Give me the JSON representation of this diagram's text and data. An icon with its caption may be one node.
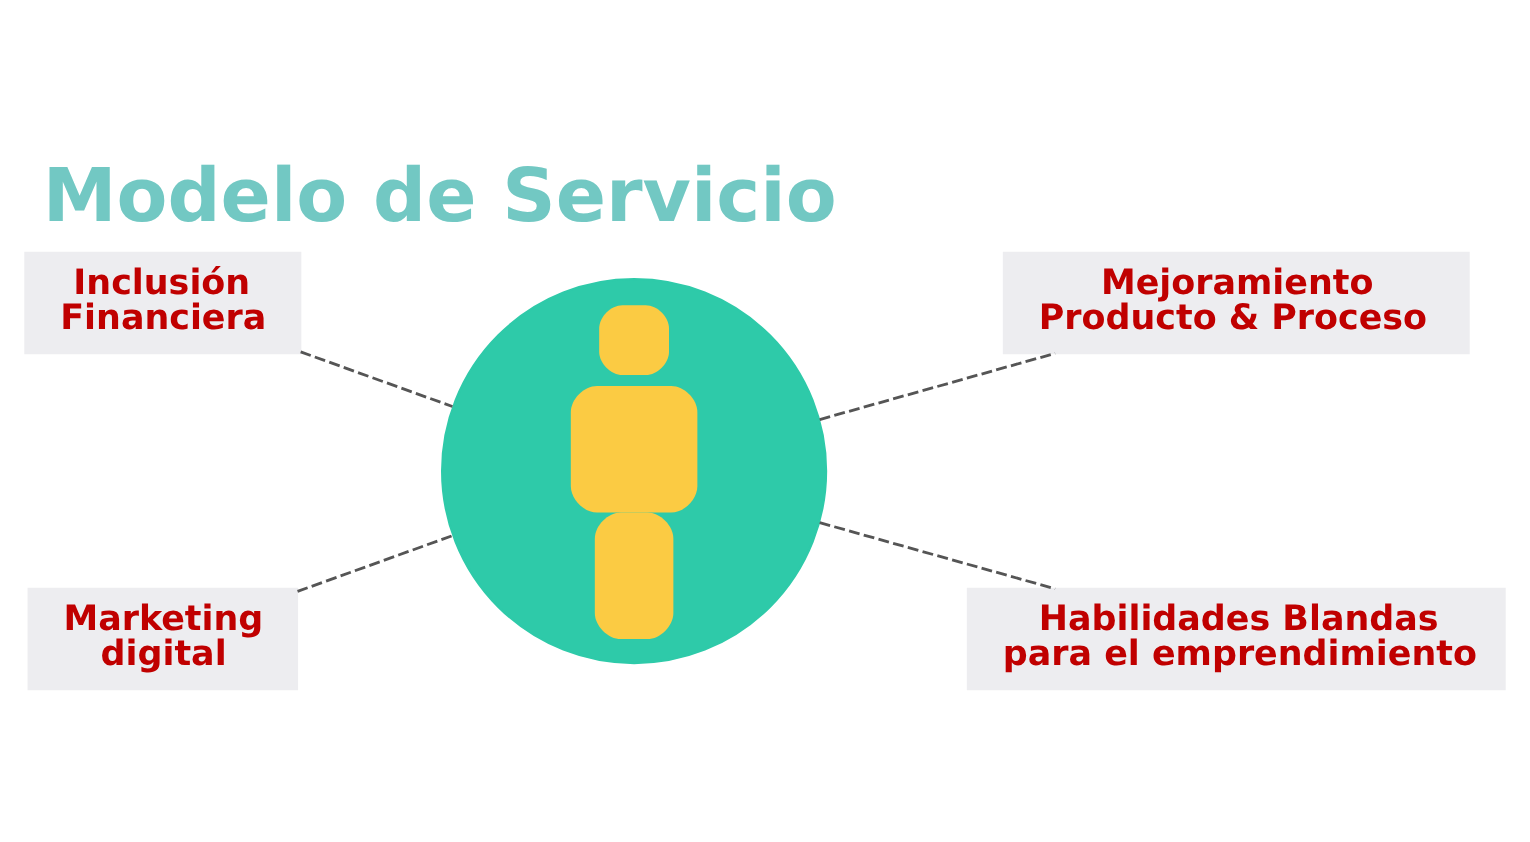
{
  "diagram": {
    "title": "Modelo de Servicio",
    "nodes": [
      {
        "text": [
          "Inclusión Financiera"
        ]
      },
      {
        "text": [
          "Mejoramiento Producto & Proceso"
        ]
      },
      {
        "text": [],
        "shape": "person"
      },
      {
        "text": [
          "Marketing digital"
        ]
      },
      {
        "text": [
          "Habilidades Blandas para el emprendimiento"
        ]
      }
    ],
    "edges": [
      {
        "from": 0,
        "to": 2,
        "arrow": "none",
        "style": "dashed"
      },
      {
        "from": 2,
        "to": 1,
        "arrow": "none",
        "style": "dashed"
      },
      {
        "from": 3,
        "to": 2,
        "arrow": "none",
        "style": "dashed"
      },
      {
        "from": 2,
        "to": 4,
        "arrow": "none",
        "style": "dashed"
      }
    ]
  }
}
